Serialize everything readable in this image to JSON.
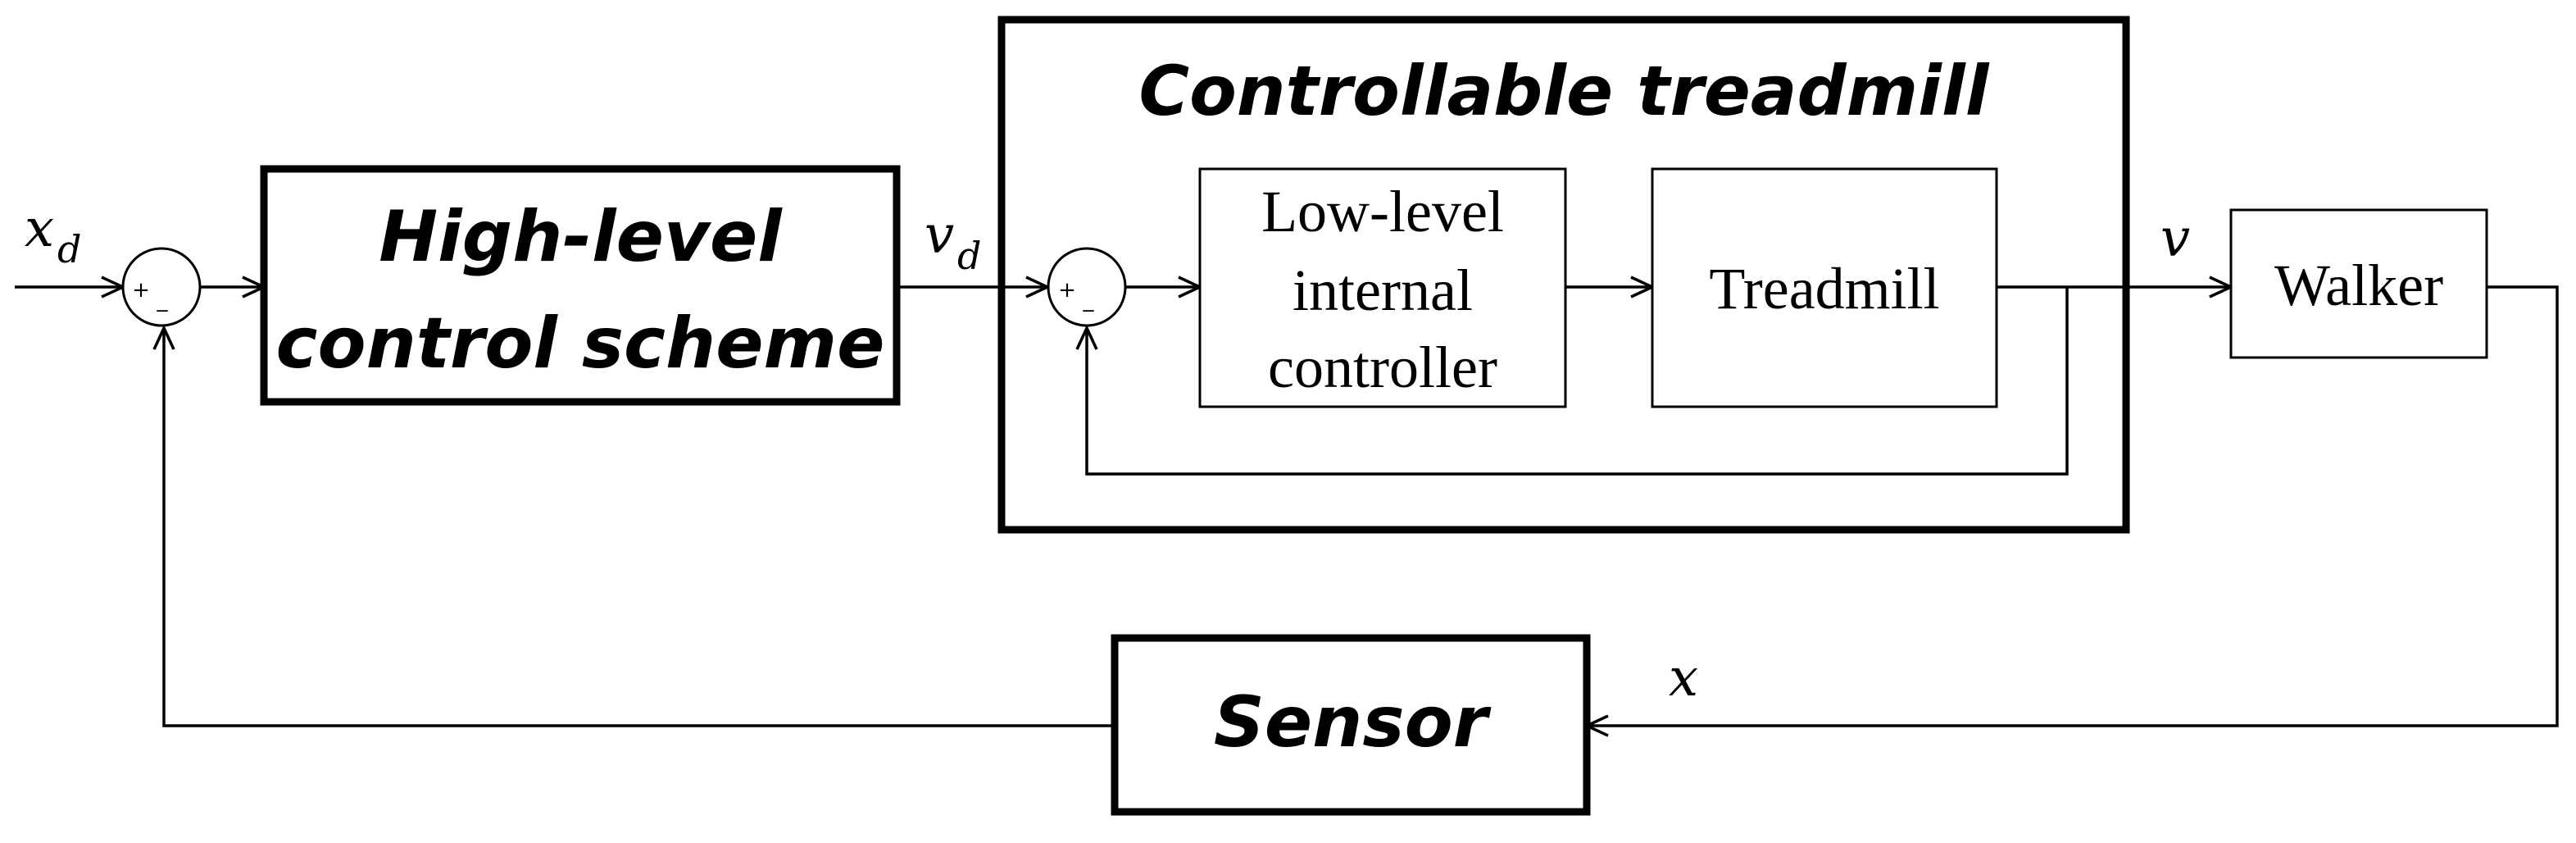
{
  "blocks": {
    "high_level": {
      "line1": "High-level",
      "line2": "control scheme"
    },
    "treadmill_group": {
      "title": "Controllable treadmill"
    },
    "low_level": {
      "line1": "Low-level",
      "line2": "internal",
      "line3": "controller"
    },
    "treadmill": {
      "label": "Treadmill"
    },
    "walker": {
      "label": "Walker"
    },
    "sensor": {
      "label": "Sensor"
    }
  },
  "signals": {
    "xd": {
      "main": "x",
      "sub": "d"
    },
    "vd": {
      "main": "v",
      "sub": "d"
    },
    "v": {
      "main": "v"
    },
    "x": {
      "main": "x"
    }
  },
  "summing_junctions": {
    "outer": {
      "plus": "+",
      "minus": "_"
    },
    "inner": {
      "plus": "+",
      "minus": "_"
    }
  }
}
